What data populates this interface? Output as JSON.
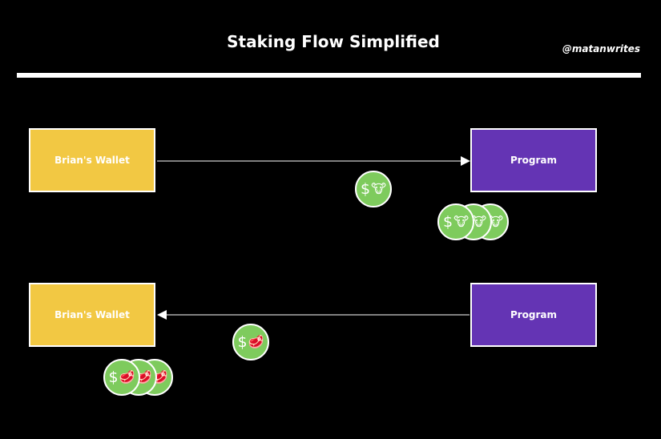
{
  "header": {
    "title": "Staking Flow Simplified",
    "handle": "@matanwrites"
  },
  "rows": [
    {
      "wallet_label": "Brian's Wallet",
      "program_label": "Program",
      "direction": "wallet-to-program"
    },
    {
      "wallet_label": "Brian's Wallet",
      "program_label": "Program",
      "direction": "program-to-wallet"
    }
  ],
  "tokens": {
    "stake_token": {
      "symbol": "$",
      "emoji": "🐮",
      "icon": "cow-face-icon"
    },
    "reward_token": {
      "symbol": "$",
      "emoji": "🥩",
      "icon": "meat-icon"
    }
  },
  "colors": {
    "background": "#000000",
    "wallet": "#f2c843",
    "program": "#6434b4",
    "coin": "#7ecb5d",
    "line": "#ffffff"
  }
}
